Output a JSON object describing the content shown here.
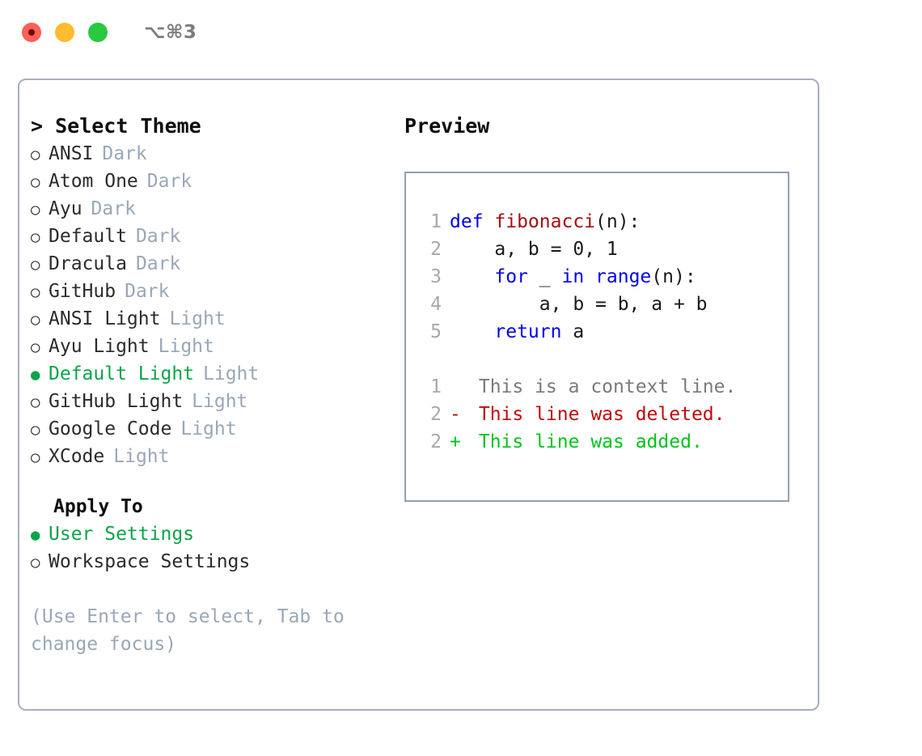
{
  "window": {
    "title": "⌥⌘3",
    "traffic_lights": [
      {
        "name": "close",
        "color": "#ff5f57"
      },
      {
        "name": "minimize",
        "color": "#febc2e"
      },
      {
        "name": "zoom",
        "color": "#28c840"
      }
    ]
  },
  "theme_selector": {
    "heading": "> Select Theme",
    "radio_unselected_glyph": "○",
    "radio_selected_glyph": "●",
    "items": [
      {
        "label": "ANSI",
        "tag": "Dark",
        "selected": false
      },
      {
        "label": "Atom One",
        "tag": "Dark",
        "selected": false
      },
      {
        "label": "Ayu",
        "tag": "Dark",
        "selected": false
      },
      {
        "label": "Default",
        "tag": "Dark",
        "selected": false
      },
      {
        "label": "Dracula",
        "tag": "Dark",
        "selected": false
      },
      {
        "label": "GitHub",
        "tag": "Dark",
        "selected": false
      },
      {
        "label": "ANSI Light",
        "tag": "Light",
        "selected": false
      },
      {
        "label": "Ayu Light",
        "tag": "Light",
        "selected": false
      },
      {
        "label": "Default Light",
        "tag": "Light",
        "selected": true
      },
      {
        "label": "GitHub Light",
        "tag": "Light",
        "selected": false
      },
      {
        "label": "Google Code",
        "tag": "Light",
        "selected": false
      },
      {
        "label": "XCode",
        "tag": "Light",
        "selected": false
      }
    ]
  },
  "apply_to": {
    "heading": "Apply To",
    "items": [
      {
        "label": "User Settings",
        "selected": true
      },
      {
        "label": "Workspace Settings",
        "selected": false
      }
    ]
  },
  "hint": "(Use Enter to select, Tab to change focus)",
  "preview": {
    "heading": "Preview",
    "code_lines": [
      {
        "number": "1",
        "tokens": [
          {
            "text": "def ",
            "kind": "kw"
          },
          {
            "text": "fibonacci",
            "kind": "fn"
          },
          {
            "text": "(n):",
            "kind": "plain"
          }
        ]
      },
      {
        "number": "2",
        "tokens": [
          {
            "text": "    a, b = 0, 1",
            "kind": "plain"
          }
        ]
      },
      {
        "number": "3",
        "tokens": [
          {
            "text": "    ",
            "kind": "plain"
          },
          {
            "text": "for",
            "kind": "kw"
          },
          {
            "text": " _ ",
            "kind": "plain"
          },
          {
            "text": "in",
            "kind": "kw"
          },
          {
            "text": " ",
            "kind": "plain"
          },
          {
            "text": "range",
            "kind": "kw"
          },
          {
            "text": "(n):",
            "kind": "plain"
          }
        ]
      },
      {
        "number": "4",
        "tokens": [
          {
            "text": "        a, b = b, a + b",
            "kind": "plain"
          }
        ]
      },
      {
        "number": "5",
        "tokens": [
          {
            "text": "    ",
            "kind": "plain"
          },
          {
            "text": "return",
            "kind": "kw"
          },
          {
            "text": " a",
            "kind": "plain"
          }
        ]
      }
    ],
    "diff_lines": [
      {
        "number": "1",
        "sign": " ",
        "text": " This is a context line.",
        "kind": "ctx"
      },
      {
        "number": "2",
        "sign": "-",
        "text": " This line was deleted.",
        "kind": "del"
      },
      {
        "number": "2",
        "sign": "+",
        "text": " This line was added.",
        "kind": "add"
      }
    ]
  },
  "colors": {
    "accent_green": "#0aa44a",
    "tag_gray": "#9aa7b8",
    "panel_border": "#a7b0bf",
    "code_border": "#93a0b2",
    "keyword_blue": "#0000ee",
    "function_red": "#a50f0f",
    "diff_delete": "#c00a0a",
    "diff_add": "#00c41e",
    "line_number": "#a9a9a9"
  }
}
